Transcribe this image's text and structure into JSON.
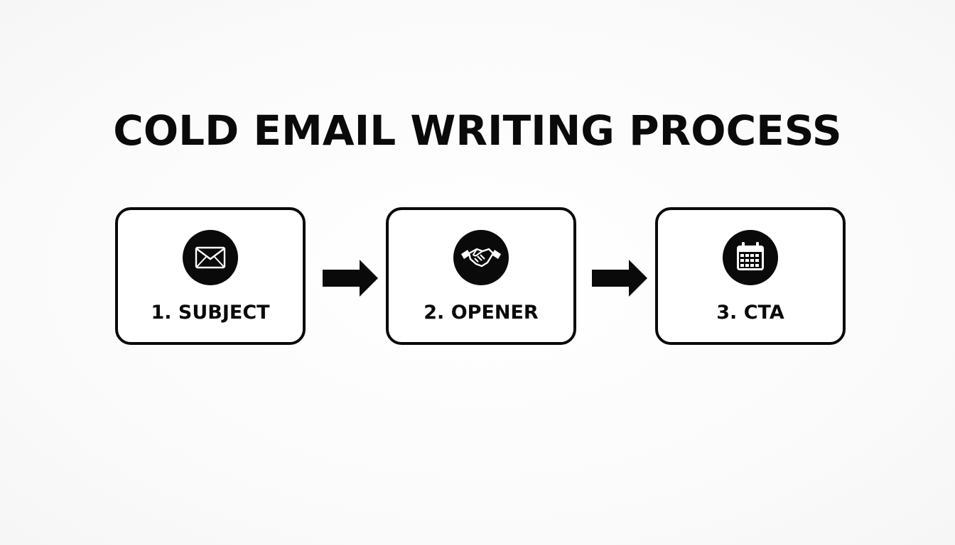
{
  "title": "COLD EMAIL WRITING PROCESS",
  "steps": [
    {
      "label": "1. SUBJECT",
      "icon": "envelope-icon"
    },
    {
      "label": "2. OPENER",
      "icon": "handshake-icon"
    },
    {
      "label": "3. CTA",
      "icon": "calendar-icon"
    }
  ],
  "colors": {
    "ink": "#0a0a0a",
    "background": "#fafafa",
    "card": "#ffffff"
  }
}
